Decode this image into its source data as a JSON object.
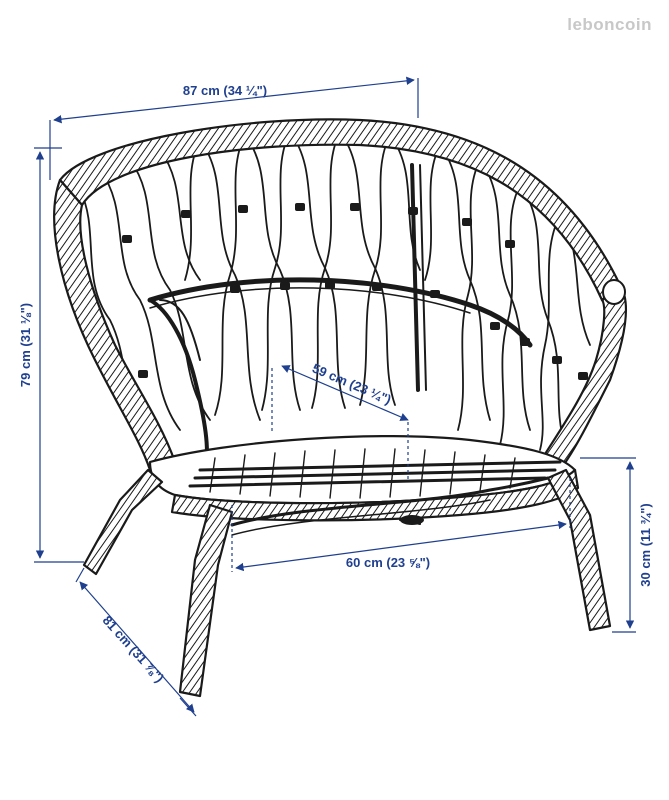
{
  "watermark": {
    "text": "leboncoin",
    "color": "#c8c8c8"
  },
  "dimensions": {
    "width": {
      "label": "87 cm (34 ¼\")"
    },
    "height": {
      "label": "79 cm (31 ⅛\")"
    },
    "depth": {
      "label": "81 cm (31 ⅞\")"
    },
    "seat_depth": {
      "label": "59 cm (23 ¼\")"
    },
    "seat_width": {
      "label": "60 cm (23 ⅝\")"
    },
    "seat_height": {
      "label": "30 cm (11 ¾\")"
    }
  },
  "colors": {
    "dimension": "#1f3f8f",
    "drawing": "#1a1a1a",
    "background": "#ffffff"
  },
  "icons": {
    "product": "armchair-line-drawing",
    "arrow": "dimension-arrow"
  }
}
